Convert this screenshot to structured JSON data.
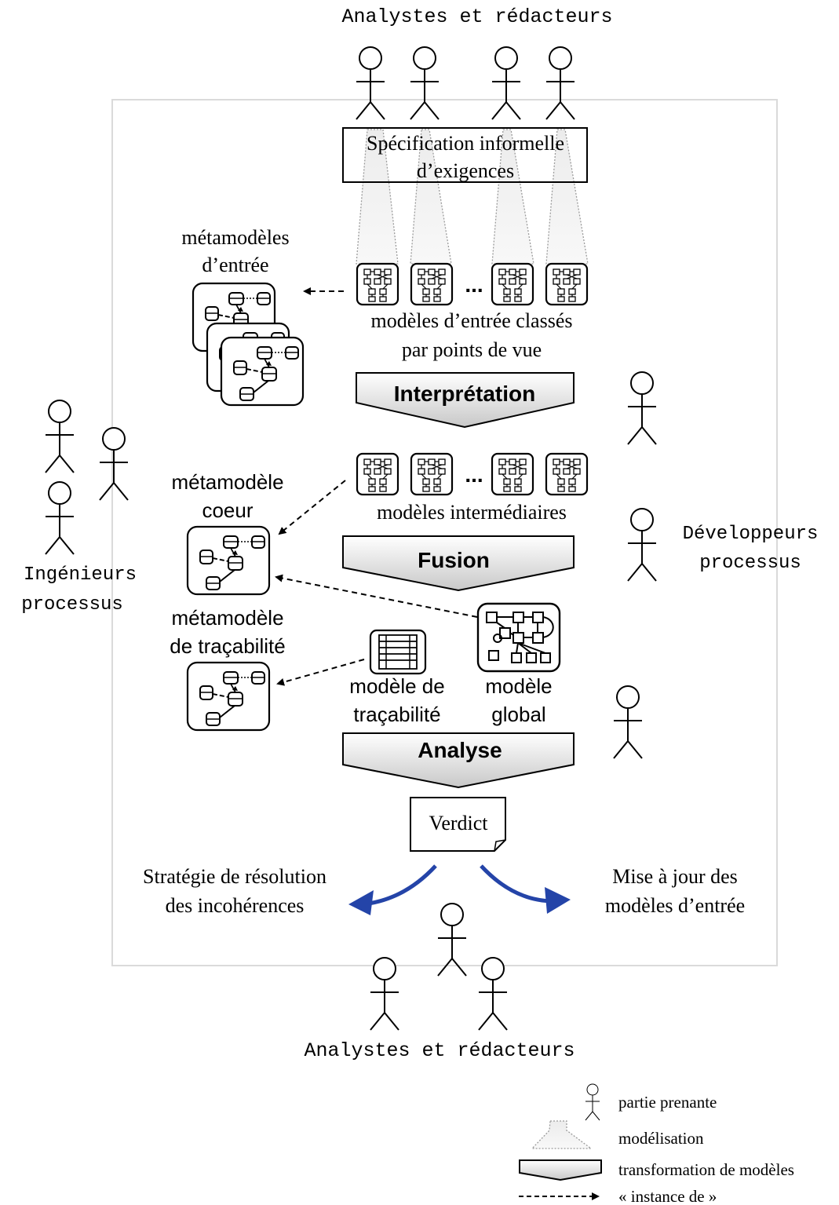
{
  "groups": {
    "analysts_top": "Analystes et rédacteurs",
    "analysts_bottom": "Analystes et rédacteurs",
    "engineers_line1": "Ingénieurs",
    "engineers_line2": "processus",
    "developers_line1": "Développeurs",
    "developers_line2": "processus"
  },
  "spec": {
    "line1": "Spécification informelle",
    "line2": "d’exigences"
  },
  "input_metamodels": {
    "line1": "métamodèles",
    "line2": "d’entrée"
  },
  "input_models": {
    "line1": "modèles d’entrée classés",
    "line2": "par points de vue",
    "ellipsis": "..."
  },
  "steps": {
    "interpretation": "Interprétation",
    "fusion": "Fusion",
    "analysis": "Analyse"
  },
  "intermediate": {
    "label": "modèles intermédiaires",
    "ellipsis": "..."
  },
  "core_metamodel": {
    "line1": "métamodèle",
    "line2": "coeur"
  },
  "trace_metamodel": {
    "line1": "métamodèle",
    "line2": "de traçabilité"
  },
  "trace_model": {
    "line1": "modèle de",
    "line2": "traçabilité"
  },
  "global_model": {
    "line1": "modèle",
    "line2": "global"
  },
  "verdict": "Verdict",
  "outcomes": {
    "left_line1": "Stratégie de résolution",
    "left_line2": "des incohérences",
    "right_line1": "Mise à jour des",
    "right_line2": "modèles d’entrée"
  },
  "legend": {
    "stakeholder": "partie prenante",
    "modeling": "modélisation",
    "transformation": "transformation de modèles",
    "instance_of": "« instance de »"
  },
  "colors": {
    "arrow_blue": "#2444a8"
  }
}
